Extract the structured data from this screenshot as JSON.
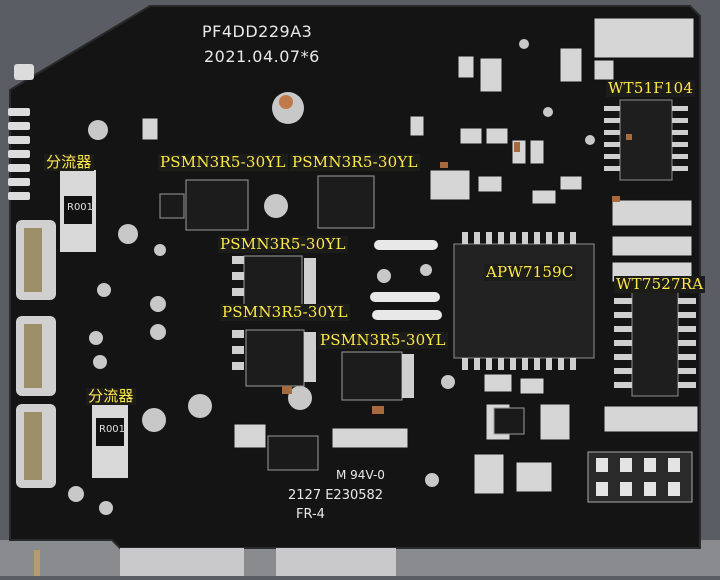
{
  "board": {
    "silkscreen": {
      "model": "PF4DD229A3",
      "date": "2021.04.07*6",
      "ul_mark": "M 94V-0",
      "date_code": "2127 E230582",
      "material": "FR-4",
      "resistor_mark": "R001",
      "resistor_mark_2": "R001"
    },
    "labels": [
      {
        "text": "分流器",
        "part": "shunt-resistor"
      },
      {
        "text": "PSMN3R5-30YL",
        "part": "mosfet"
      },
      {
        "text": "PSMN3R5-30YL",
        "part": "mosfet"
      },
      {
        "text": "PSMN3R5-30YL",
        "part": "mosfet"
      },
      {
        "text": "PSMN3R5-30YL",
        "part": "mosfet"
      },
      {
        "text": "PSMN3R5-30YL",
        "part": "mosfet"
      },
      {
        "text": "WT51F104",
        "part": "microcontroller"
      },
      {
        "text": "APW7159C",
        "part": "controller-ic"
      },
      {
        "text": "WT7527RA",
        "part": "supervisor-ic"
      },
      {
        "text": "分流器",
        "part": "shunt-resistor"
      }
    ],
    "colors": {
      "pcb": "#141414",
      "label_text": "#ffe94a",
      "pad": "#c9c9c9",
      "background": "#5a5d63"
    }
  }
}
